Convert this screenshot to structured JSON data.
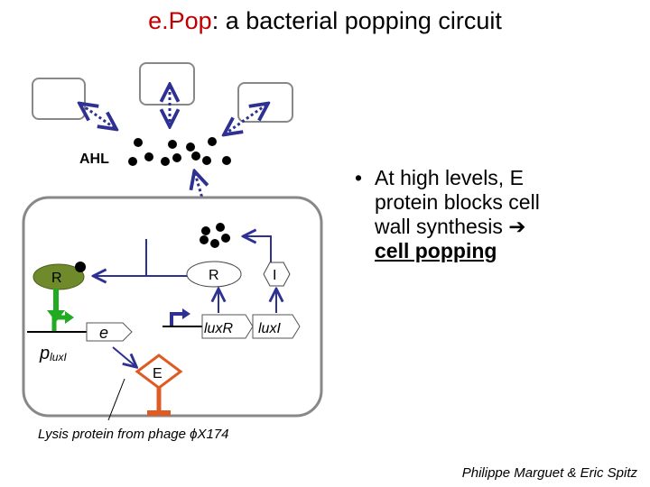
{
  "title": {
    "accent": "e.Pop",
    "rest": ": a bacterial popping circuit"
  },
  "colors": {
    "accent": "#c00000",
    "arrow": "#2e3192",
    "promoter": "#22aa22",
    "lysis": "#e05a24",
    "cell_border": "#888888"
  },
  "diagram": {
    "ahl_label": "AHL",
    "r_protein_label": "R",
    "i_protein_label": "I",
    "promoter_main": "p",
    "promoter_sub": "luxI",
    "gene_e_label": "e",
    "luxr_gene_label": "luxR",
    "luxi_gene_label": "luxI",
    "e_protein_label": "E",
    "lysis_caption": "Lysis protein from phage ϕX174"
  },
  "bullet": {
    "marker": "•",
    "line1": "At high levels, E",
    "line2": "protein blocks cell",
    "line3": "wall synthesis",
    "arrow": "➔",
    "line4": "cell popping"
  },
  "credit": "Philippe Marguet & Eric Spitz"
}
